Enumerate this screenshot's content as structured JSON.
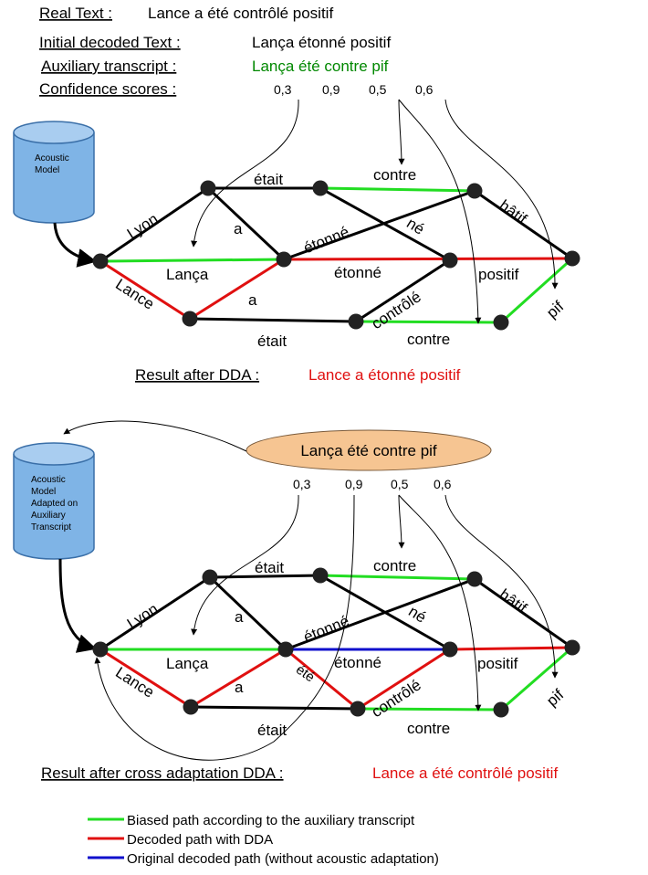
{
  "header": {
    "real_text_label": "Real Text :",
    "real_text_value": "Lance a été contrôlé  positif",
    "initial_label": "Initial decoded Text :",
    "initial_value": "Lança étonné positif",
    "aux_label": "Auxiliary transcript :",
    "aux_value": "Lança été contre pif",
    "conf_label": "Confidence scores   :",
    "scores": [
      "0,3",
      "0,9",
      "0,5",
      "0,6"
    ]
  },
  "lattice_words": {
    "lyon": "Lyon",
    "etait_top": "était",
    "a_upper": "a",
    "contre_top": "contre",
    "etonne_diag": "étonné",
    "ne": "né",
    "hatif": "hâtif",
    "lanca": "Lança",
    "etonne_mid": "étonné",
    "positif": "positif",
    "lance": "Lance",
    "a_lower": "a",
    "controle": "contrôlé",
    "pif": "pif",
    "etait_bottom": "était",
    "contre_bottom": "contre",
    "ete": "été"
  },
  "top_diagram": {
    "model_label": [
      "Acoustic",
      "Model"
    ],
    "result_label": "Result after DDA :",
    "result_value": "Lance a étonné positif"
  },
  "bottom_diagram": {
    "model_label": [
      "Acoustic",
      "Model",
      "Adapted on",
      "Auxiliary",
      "Transcript"
    ],
    "aux_bubble": "Lança été contre pif",
    "scores": [
      "0,3",
      "0,9",
      "0,5",
      "0,6"
    ],
    "result_label": "Result after cross adaptation DDA :",
    "result_value": "Lance a été contrôlé positif"
  },
  "legend": [
    {
      "color": "#22dd22",
      "label": "Biased path according to the auxiliary transcript"
    },
    {
      "color": "#e01010",
      "label": "Decoded path with DDA"
    },
    {
      "color": "#1010cc",
      "label": "Original decoded path (without acoustic adaptation)"
    }
  ],
  "colors": {
    "green": "#22dd22",
    "red": "#e01010",
    "blue": "#1010cc",
    "black": "#000000",
    "cylinder_fill": "#7fb4e6",
    "cylinder_stroke": "#3a6fa8",
    "bubble_fill": "#f6c592"
  }
}
